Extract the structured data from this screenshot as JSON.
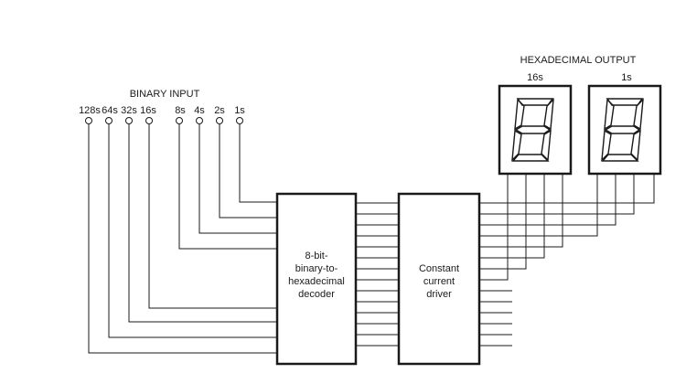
{
  "binary_input": {
    "title": "BINARY INPUT",
    "bits": [
      "128s",
      "64s",
      "32s",
      "16s",
      "8s",
      "4s",
      "2s",
      "1s"
    ]
  },
  "hex_output": {
    "title": "HEXADECIMAL OUTPUT",
    "digits": [
      "16s",
      "1s"
    ]
  },
  "decoder": {
    "lines": [
      "8-bit-",
      "binary-to-",
      "hexadecimal",
      "decoder"
    ]
  },
  "driver": {
    "lines": [
      "Constant",
      "current",
      "driver"
    ]
  },
  "colors": {
    "stroke": "#1a1a1a",
    "background": "#ffffff"
  }
}
